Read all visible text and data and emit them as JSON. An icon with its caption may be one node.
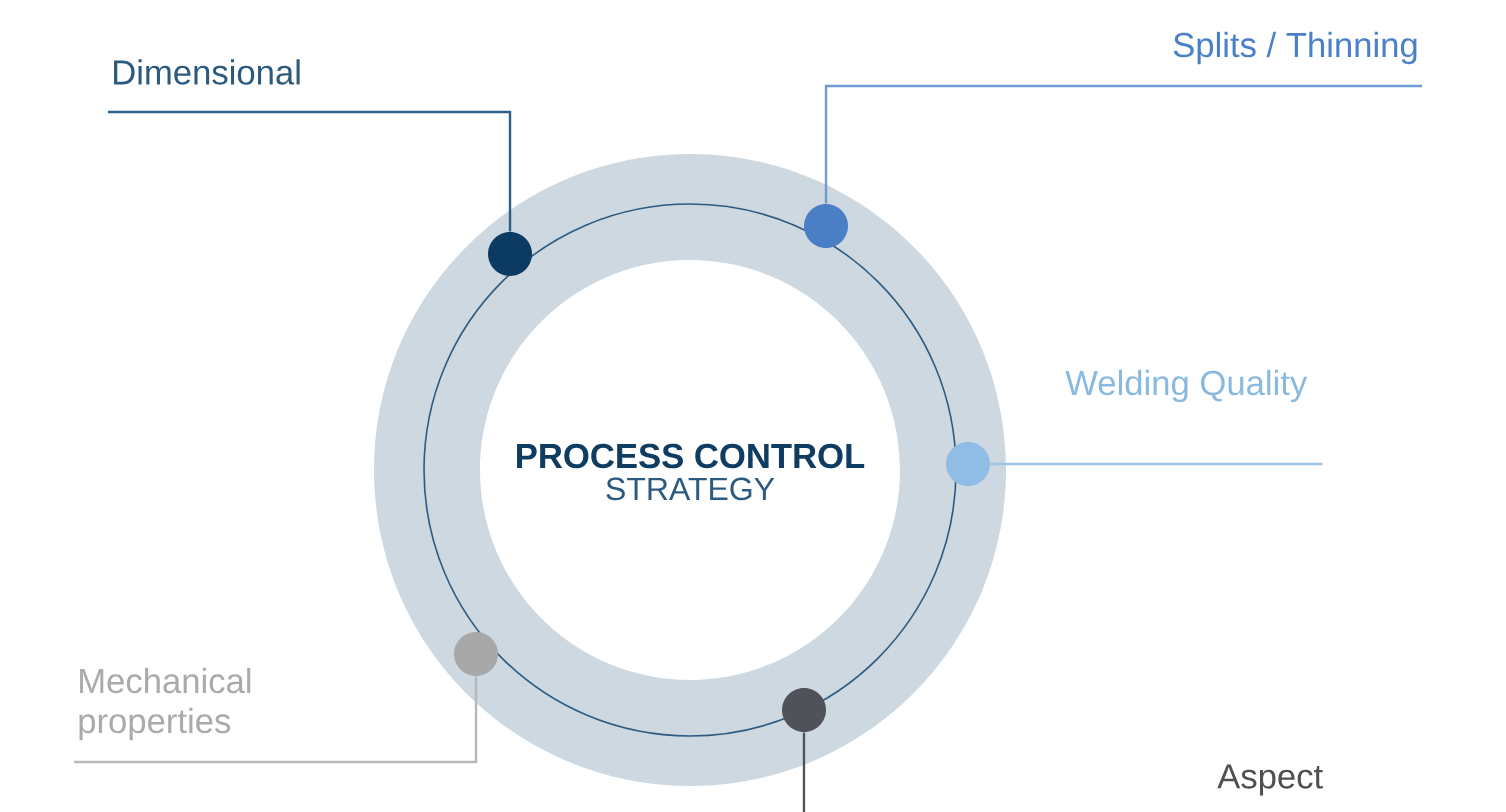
{
  "diagram": {
    "nodes": [
      {
        "text": [
          "PROCESS CONTROL",
          "STRATEGY"
        ]
      },
      {
        "text": [
          "Dimensional"
        ]
      },
      {
        "text": [
          "Splits / Thinning"
        ]
      },
      {
        "text": [
          "Welding Quality"
        ]
      },
      {
        "text": [
          "Mechanical properties"
        ]
      },
      {
        "text": [
          "Aspect"
        ]
      },
      {
        "text": [],
        "shape": "circle"
      },
      {
        "text": [],
        "shape": "circle"
      },
      {
        "text": [],
        "shape": "circle"
      },
      {
        "text": [],
        "shape": "circle"
      },
      {
        "text": [],
        "shape": "circle"
      }
    ],
    "edges": [
      {
        "from": 1,
        "to": 6,
        "arrow": "none",
        "color": "#2e5f86"
      },
      {
        "from": 2,
        "to": 7,
        "arrow": "none",
        "color": "#6f9ad4"
      },
      {
        "from": 3,
        "to": 8,
        "arrow": "none",
        "color": "#9fc4e4"
      },
      {
        "from": 4,
        "to": 9,
        "arrow": "none",
        "color": "#b8b8b8"
      },
      {
        "from": null,
        "to": 10,
        "arrow": "none",
        "color": "#4f5359"
      }
    ]
  }
}
